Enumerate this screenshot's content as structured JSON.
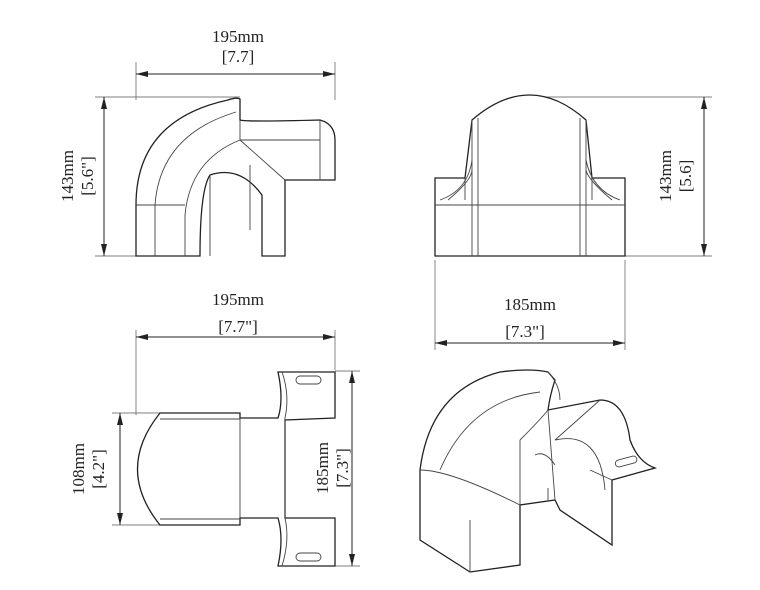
{
  "views": {
    "side": {
      "width_mm": "195mm",
      "width_in": "[7.7]",
      "height_mm": "143mm",
      "height_in": "[5.6\"]"
    },
    "front": {
      "height_mm": "143mm",
      "height_in": "[5.6]",
      "width_mm": "185mm",
      "width_in": "[7.3\"]"
    },
    "top": {
      "width_mm": "195mm",
      "width_in": "[7.7\"]",
      "height_mm": "108mm",
      "height_in": "[4.2\"]",
      "depth_mm": "185mm",
      "depth_in": "[7.3\"]"
    },
    "iso": {}
  },
  "colors": {
    "ink": "#222222",
    "background": "#ffffff"
  }
}
